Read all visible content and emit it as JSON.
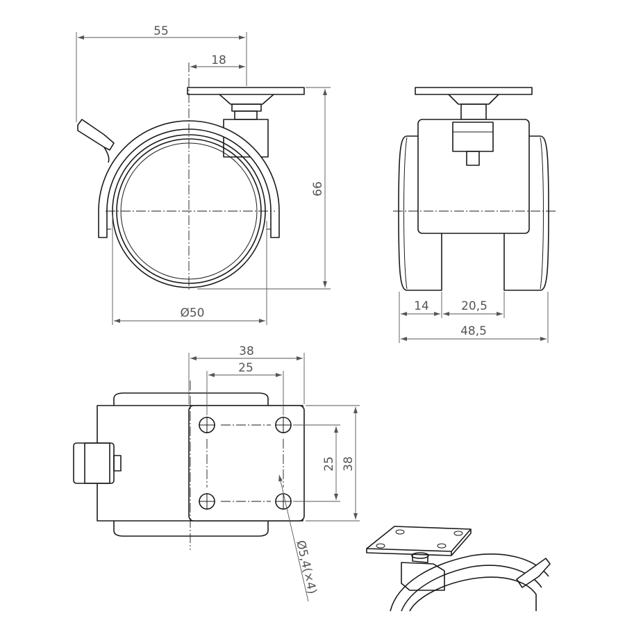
{
  "colors": {
    "line": "#1a1a1a",
    "dimension": "#555555",
    "background": "#ffffff"
  },
  "side_view": {
    "dims": {
      "overall_offset": "55",
      "plate_offset": "18",
      "height": "66",
      "wheel_diameter": "Ø50"
    }
  },
  "front_view": {
    "dims": {
      "wheel_width": "14",
      "gap": "20,5",
      "overall_width": "48,5"
    }
  },
  "top_view": {
    "dims": {
      "plate_width": "38",
      "hole_spacing_x": "25",
      "hole_spacing_y": "25",
      "plate_height": "38",
      "hole_note": "Ø5,4(×4)"
    }
  },
  "iso_view": {
    "icon": "caster-isometric-icon"
  }
}
